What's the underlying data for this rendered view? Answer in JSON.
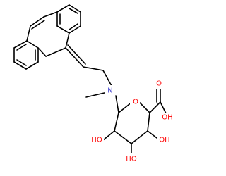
{
  "atoms": {
    "N": "N",
    "ring_O": "O",
    "acid_O": "O",
    "acid_OH": "OH",
    "HO_1": "HO",
    "HO_2": "HO",
    "OH_3": "OH"
  },
  "colors": {
    "bond": "#000000",
    "nitrogen": "#3333cc",
    "oxygen": "#ff0000"
  }
}
